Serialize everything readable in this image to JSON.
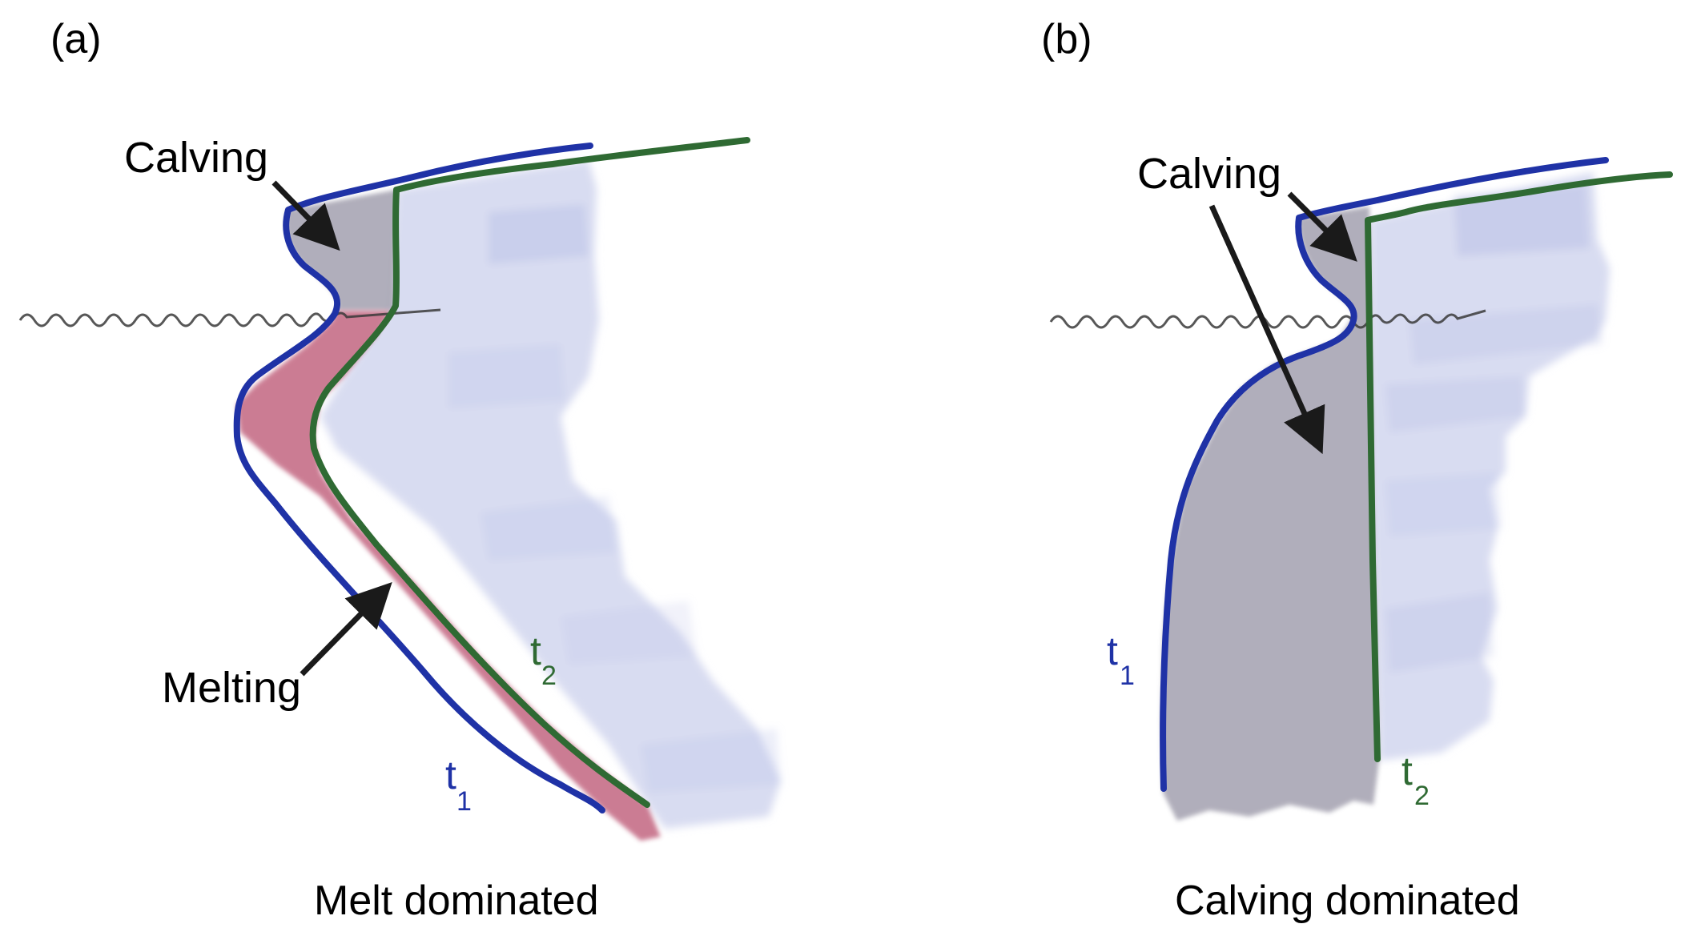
{
  "figure": {
    "colors": {
      "t1_line": "#1f32a6",
      "t2_line": "#2f6a33",
      "ice": "#d6daf0",
      "ice_dark": "#b9bfe6",
      "melt": "#c9768e",
      "calved": "#a8a6b4",
      "waterline": "#3a3a3a",
      "arrow": "#1a1a1a"
    },
    "panels": [
      {
        "tag": "(a)",
        "caption": "Melt dominated",
        "annotations": [
          "Calving",
          "Melting"
        ],
        "t1": {
          "base": "t",
          "sub": "1"
        },
        "t2": {
          "base": "t",
          "sub": "2"
        }
      },
      {
        "tag": "(b)",
        "caption": "Calving dominated",
        "annotations": [
          "Calving"
        ],
        "t1": {
          "base": "t",
          "sub": "1"
        },
        "t2": {
          "base": "t",
          "sub": "2"
        }
      }
    ]
  }
}
